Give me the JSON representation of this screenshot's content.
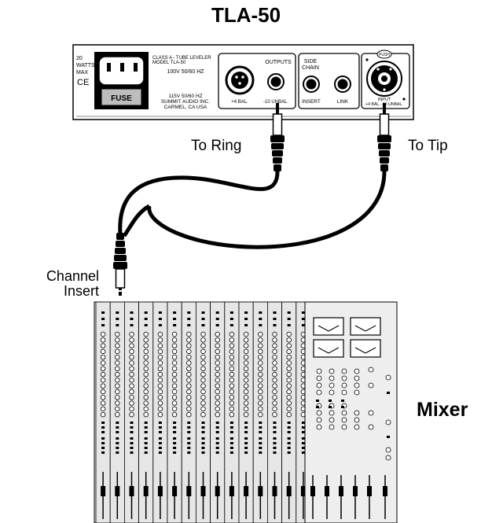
{
  "diagram": {
    "title": "TLA-50",
    "mixer_label": "Mixer",
    "to_ring_label": "To Ring",
    "to_tip_label": "To Tip",
    "channel_insert_label_line1": "Channel",
    "channel_insert_label_line2": "Insert"
  },
  "rear_panel": {
    "power_watts": "20",
    "power_watts_unit": "WATTS",
    "power_max": "MAX",
    "ce_mark": "CE",
    "fuse_label": "FUSE",
    "product_line1": "CLASS A - TUBE LEVELER",
    "product_line2": "MODEL TLA-50",
    "voltage_top": "100V 50/60 HZ",
    "voltage_bottom": "115V 50/60 HZ",
    "maker": "SUMMIT AUDIO INC.",
    "location": "CARMEL, CA USA",
    "outputs_label": "OUTPUTS",
    "output_bal_label": "+4 BAL.",
    "output_unbal_label": "-10 UNBAL.",
    "side_chain_line1": "SIDE",
    "side_chain_line2": "CHAIN",
    "insert_label": "INSERT",
    "link_label": "LINK",
    "push_label": "PUSH",
    "input_label": "INPUT",
    "input_sub_label": "+4 BAL. -10 UNBAL."
  }
}
